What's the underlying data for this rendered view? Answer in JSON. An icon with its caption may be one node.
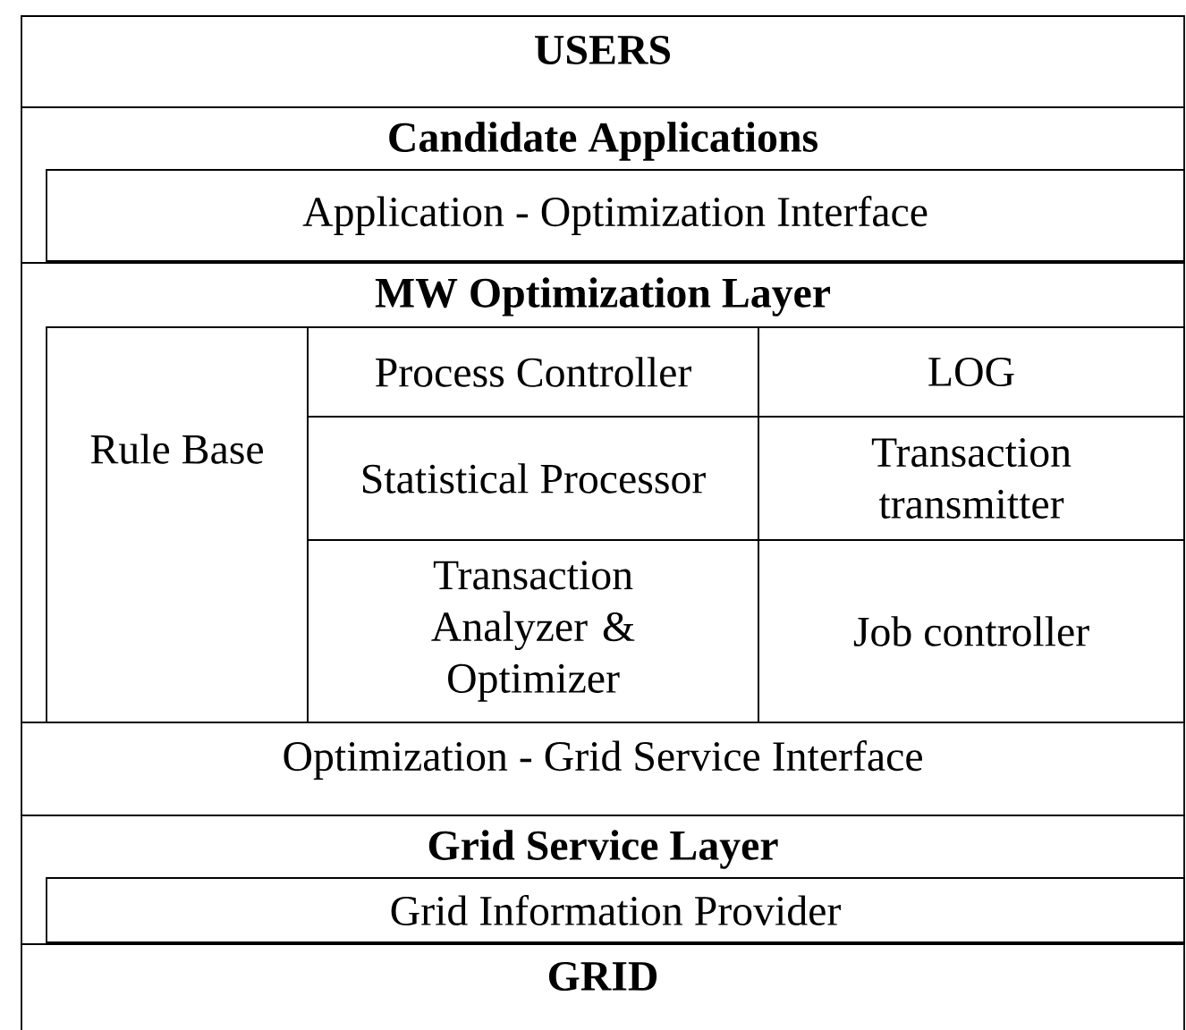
{
  "diagram": {
    "nodes": [
      {
        "text": [
          "USERS"
        ]
      },
      {
        "text": [
          "Candidate Applications"
        ]
      },
      {
        "text": [
          "Application - Optimization Interface"
        ],
        "in": 1
      },
      {
        "text": [
          "MW Optimization Layer"
        ]
      },
      {
        "text": [
          "Rule Base"
        ],
        "in": 3
      },
      {
        "text": [
          "Process Controller"
        ],
        "in": 3
      },
      {
        "text": [
          "LOG"
        ],
        "in": 3
      },
      {
        "text": [
          "Statistical Processor"
        ],
        "in": 3
      },
      {
        "text": [
          "Transaction transmitter"
        ],
        "in": 3
      },
      {
        "text": [
          "Transaction Analyzer & Optimizer"
        ],
        "in": 3
      },
      {
        "text": [
          "Job controller"
        ],
        "in": 3
      },
      {
        "text": [
          "Optimization - Grid Service Interface"
        ]
      },
      {
        "text": [
          "Grid Service Layer"
        ]
      },
      {
        "text": [
          "Grid Information Provider"
        ],
        "in": 12
      },
      {
        "text": [
          "GRID"
        ]
      }
    ]
  }
}
